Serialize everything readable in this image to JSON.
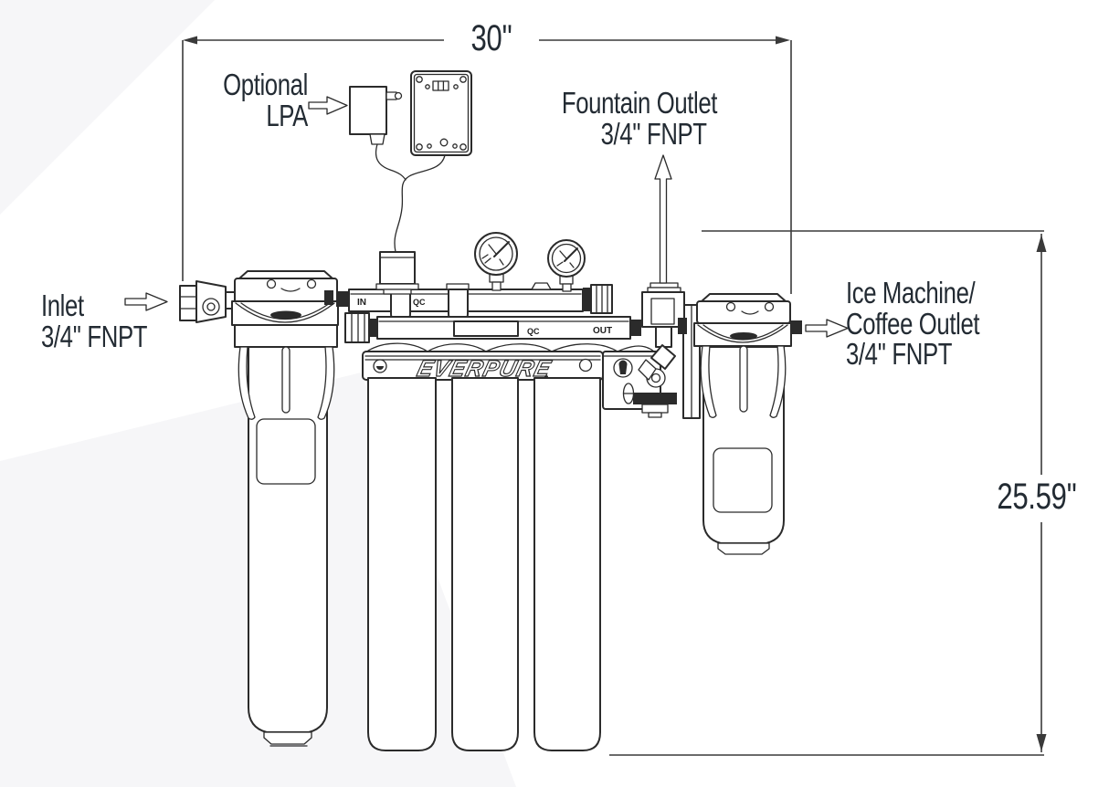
{
  "drawing": {
    "dimensions": {
      "width_label": "30''",
      "height_label": "25.59''"
    },
    "callouts": {
      "optional_lpa": {
        "line1": "Optional",
        "line2": "LPA"
      },
      "fountain_outlet": {
        "line1": "Fountain Outlet",
        "line2": "3/4'' FNPT"
      },
      "inlet": {
        "line1": "Inlet",
        "line2": "3/4'' FNPT"
      },
      "ice_outlet": {
        "line1": "Ice Machine/",
        "line2": "Coffee Outlet",
        "line3": "3/4'' FNPT"
      }
    },
    "manifold": {
      "port_in": "IN",
      "port_qc_top": "QC",
      "port_qc_bottom": "QC",
      "port_out": "OUT"
    },
    "brand": "EVERPURE",
    "colors": {
      "line": "#2b2b2b",
      "text": "#232b33",
      "dimension": "#3a3a3a",
      "background": "#ffffff",
      "watermark": "#f6f6f8"
    }
  }
}
